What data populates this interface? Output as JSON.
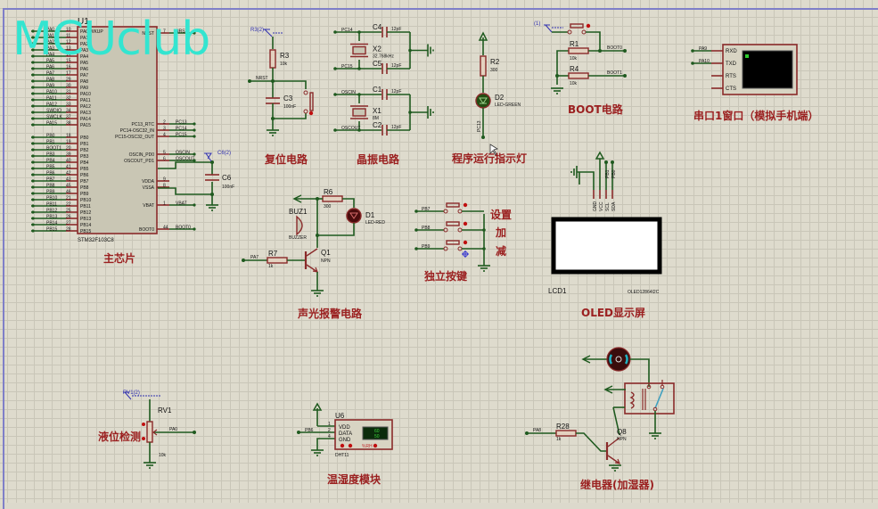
{
  "watermark": "MCUclub",
  "sections": {
    "main_chip": "主芯片",
    "reset": "复位电路",
    "crystal": "晶振电路",
    "run_led": "程序运行指示灯",
    "boot": "BOOT电路",
    "uart": "串口1窗口（模拟手机端）",
    "alarm": "声光报警电路",
    "keys": "独立按键",
    "oled": "OLED显示屏",
    "level": "液位检测",
    "dht": "温湿度模块",
    "relay": "继电器(加湿器)"
  },
  "key_labels": [
    "设置",
    "加",
    "减"
  ],
  "mcu": {
    "ref": "U1",
    "part": "STM32F103C8",
    "left_pins": [
      {
        "net": "PA0",
        "num": "10",
        "name": "PA0-WKUP"
      },
      {
        "net": "PA1",
        "num": "11",
        "name": "PA1"
      },
      {
        "net": "PA2",
        "num": "12",
        "name": "PA2"
      },
      {
        "net": "PA3",
        "num": "13",
        "name": "PA3"
      },
      {
        "net": "PA4",
        "num": "14",
        "name": "PA4"
      },
      {
        "net": "PA5",
        "num": "15",
        "name": "PA5"
      },
      {
        "net": "PA6",
        "num": "16",
        "name": "PA6"
      },
      {
        "net": "PA7",
        "num": "17",
        "name": "PA7"
      },
      {
        "net": "PA8",
        "num": "29",
        "name": "PA8"
      },
      {
        "net": "PA9",
        "num": "30",
        "name": "PA9"
      },
      {
        "net": "PA10",
        "num": "31",
        "name": "PA10"
      },
      {
        "net": "PA11",
        "num": "32",
        "name": "PA11"
      },
      {
        "net": "PA12",
        "num": "33",
        "name": "PA12"
      },
      {
        "net": "SWDIO",
        "num": "34",
        "name": "PA13"
      },
      {
        "net": "SWCLK",
        "num": "37",
        "name": "PA14"
      },
      {
        "net": "PA15",
        "num": "38",
        "name": "PA15"
      },
      {
        "net": "PB0",
        "num": "18",
        "name": "PB0"
      },
      {
        "net": "PB1",
        "num": "19",
        "name": "PB1"
      },
      {
        "net": "BOOT1",
        "num": "20",
        "name": "PB2"
      },
      {
        "net": "PB3",
        "num": "39",
        "name": "PB3"
      },
      {
        "net": "PB4",
        "num": "40",
        "name": "PB4"
      },
      {
        "net": "PB5",
        "num": "41",
        "name": "PB5"
      },
      {
        "net": "PB6",
        "num": "42",
        "name": "PB6"
      },
      {
        "net": "PB7",
        "num": "43",
        "name": "PB7"
      },
      {
        "net": "PB8",
        "num": "45",
        "name": "PB8"
      },
      {
        "net": "PB9",
        "num": "46",
        "name": "PB9"
      },
      {
        "net": "PB10",
        "num": "21",
        "name": "PB10"
      },
      {
        "net": "PB11",
        "num": "22",
        "name": "PB11"
      },
      {
        "net": "PB12",
        "num": "25",
        "name": "PB12"
      },
      {
        "net": "PB13",
        "num": "26",
        "name": "PB13"
      },
      {
        "net": "PB14",
        "num": "27",
        "name": "PB14"
      },
      {
        "net": "PB15",
        "num": "28",
        "name": "PB15"
      }
    ],
    "right_pins": [
      {
        "net": "NRST",
        "num": "7",
        "name": "NRST"
      },
      {
        "net": "PC13",
        "num": "2",
        "name": "PC13_RTC"
      },
      {
        "net": "PC14",
        "num": "3",
        "name": "PC14-OSC32_IN"
      },
      {
        "net": "PC15",
        "num": "4",
        "name": "PC15-OSC32_OUT"
      },
      {
        "net": "OSCIN",
        "num": "5",
        "name": "OSCIN_PD0"
      },
      {
        "net": "OSCOUT",
        "num": "6",
        "name": "OSCOUT_PD1"
      },
      {
        "net": "",
        "num": "9",
        "name": "VDDA"
      },
      {
        "net": "",
        "num": "8",
        "name": "VSSA"
      },
      {
        "net": "VBAT",
        "num": "1",
        "name": "VBAT"
      },
      {
        "net": "BOOT0",
        "num": "44",
        "name": "BOOT0"
      }
    ]
  },
  "c6": {
    "ref": "C6",
    "value": "100nF",
    "probe": "C6(2)"
  },
  "reset": {
    "r_ref": "R3",
    "r_val": "10k",
    "c_ref": "C3",
    "c_val": "100nF",
    "net": "NRST",
    "probe": "R3(2)"
  },
  "crystal": {
    "x2_ref": "X2",
    "x2_val": "32.768kHz",
    "x1_ref": "X1",
    "x1_val": "8M",
    "c4": "C4",
    "c5": "C5",
    "c1": "C1",
    "c2": "C2",
    "cap_val": "12pF",
    "nets": [
      "PC14",
      "PC15",
      "OSCIN",
      "OSCOUT"
    ]
  },
  "run_led": {
    "r_ref": "R2",
    "r_val": "300",
    "d_ref": "D2",
    "d_val": "LED-GREEN",
    "net": "PC13"
  },
  "boot": {
    "r1": "R1",
    "r4": "R4",
    "r_val": "10k",
    "net0": "BOOT0",
    "net1": "BOOT1",
    "probe": "(1)"
  },
  "uart": {
    "pins": [
      "RXD",
      "TXD",
      "RTS",
      "CTS"
    ],
    "nets": [
      "PA9",
      "PA10"
    ]
  },
  "alarm": {
    "buz_ref": "BUZ1",
    "buz_val": "BUZZER",
    "r6": "R6",
    "r6_val": "300",
    "d1": "D1",
    "d1_val": "LED-RED",
    "r7": "R7",
    "r7_val": "1k",
    "q1": "Q1",
    "q1_val": "NPN",
    "net": "PA7"
  },
  "keys": {
    "nets": [
      "PB7",
      "PB8",
      "PB9"
    ]
  },
  "oled": {
    "ref": "LCD1",
    "part": "OLED12864I2C",
    "pins": [
      "GND",
      "VCC",
      "SCL",
      "SDA"
    ],
    "nets": [
      "PB1",
      "PB0"
    ]
  },
  "level": {
    "ref": "RV1",
    "value": "10k",
    "net": "PA0",
    "probe": "RV1(2)"
  },
  "dht": {
    "ref": "U6",
    "part": "DHT11",
    "pins": [
      {
        "num": "1",
        "name": "VDD"
      },
      {
        "num": "2",
        "name": "DATA"
      },
      {
        "num": "4",
        "name": "GND"
      }
    ],
    "net": "PB6",
    "display": [
      "60",
      "50"
    ],
    "unit": "%RH"
  },
  "relay": {
    "r_ref": "R28",
    "r_val": "1k",
    "q_ref": "Q8",
    "q_val": "NPN",
    "net": "PA8"
  }
}
